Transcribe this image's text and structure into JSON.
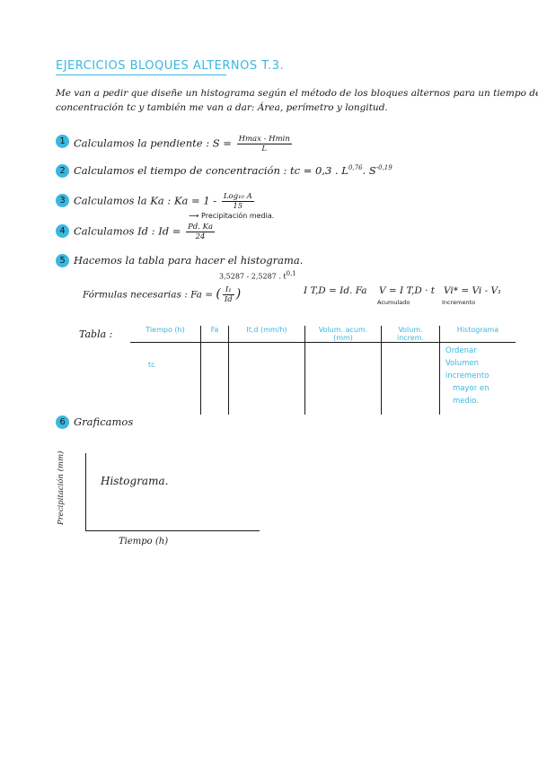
{
  "title": "EJERCICIOS BLOQUES ALTERNOS T.3.",
  "intro": {
    "line1": "Me van a pedir que diseñe un histograma según el método de los bloques alternos para un tiempo de",
    "line2": "concentración tc y también me van a dar: Área, perímetro y longitud."
  },
  "steps": [
    {
      "num": "1",
      "text": "Calculamos la pendiente :",
      "formula_lhs": "S =",
      "num_expr": "Hmax - Hmin",
      "den_expr": "L"
    },
    {
      "num": "2",
      "text": "Calculamos el tiempo de concentración :",
      "formula": "tc = 0,3 . L",
      "exp1": "0,76",
      "mid": ". S",
      "exp2": "-0,19"
    },
    {
      "num": "3",
      "text": "Calculamos la Ka :",
      "formula_lhs": "Ka = 1 -",
      "num_expr": "Log₁₀ A",
      "den_expr": "15"
    },
    {
      "num": "4",
      "text": "Calculamos Id :",
      "formula_lhs": "Id =",
      "num_expr": "Pd. Ka",
      "den_expr": "24",
      "annotation": "Precipitación media."
    },
    {
      "num": "5",
      "text": "Hacemos la tabla para hacer el histograma."
    },
    {
      "num": "6",
      "text": "Graficamos"
    }
  ],
  "formulas": {
    "label": "Fórmulas necesarias :",
    "fa_lhs": "Fa =",
    "fa_num": "I₁",
    "fa_den": "Id",
    "fa_exp": "3,5287 - 2,5287 . t",
    "fa_exp_sup": "0,1",
    "itd": "I T,D = Id. Fa",
    "v": "V = I T,D · t",
    "v_annot": "Acumulado",
    "vi": "Vi* = Vi - V₁",
    "vi_annot": "Incremento"
  },
  "table": {
    "label": "Tabla :",
    "headers": [
      "Tiempo (h)",
      "Fa",
      "It,d (mm/h)",
      "Volum. acum. (mm)",
      "Volum. increm.",
      "Histograma"
    ],
    "row": [
      "tc",
      "",
      "",
      "",
      "",
      ""
    ],
    "hist_note": [
      "Ordenar",
      "Volumen incremento",
      "mayor en medio."
    ]
  },
  "graph": {
    "ylabel": "Precipitación (mm)",
    "xlabel": "Tiempo (h)",
    "inner_label": "Histograma."
  },
  "colors": {
    "accent": "#3bb7e0",
    "ink": "#1a1a1a"
  }
}
